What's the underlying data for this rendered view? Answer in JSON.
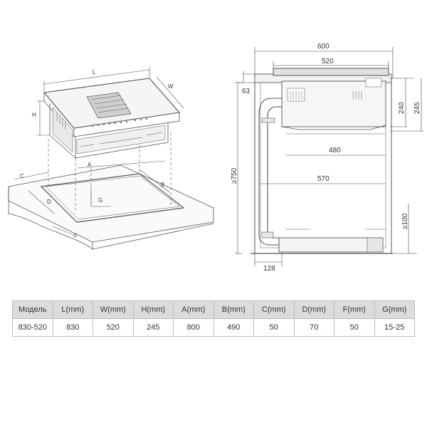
{
  "iso_labels": {
    "L": "L",
    "W": "W",
    "H": "H",
    "A": "A",
    "B": "B",
    "C": "C",
    "D": "D",
    "F": "F",
    "G": "G"
  },
  "side_dims": {
    "d600": "600",
    "d520": "520",
    "d63": "63",
    "d240": "240",
    "d245": "245",
    "d480": "480",
    "d750": "≥750",
    "d570": "570",
    "d100": "≥100",
    "d128": "128"
  },
  "table": {
    "headers": [
      "Модель",
      "L(mm)",
      "W(mm)",
      "H(mm)",
      "A(mm)",
      "B(mm)",
      "C(mm)",
      "D(mm)",
      "F(mm)",
      "G(mm)"
    ],
    "row": [
      "830-520",
      "830",
      "520",
      "245",
      "800",
      "490",
      "50",
      "70",
      "50",
      "15-25"
    ]
  }
}
